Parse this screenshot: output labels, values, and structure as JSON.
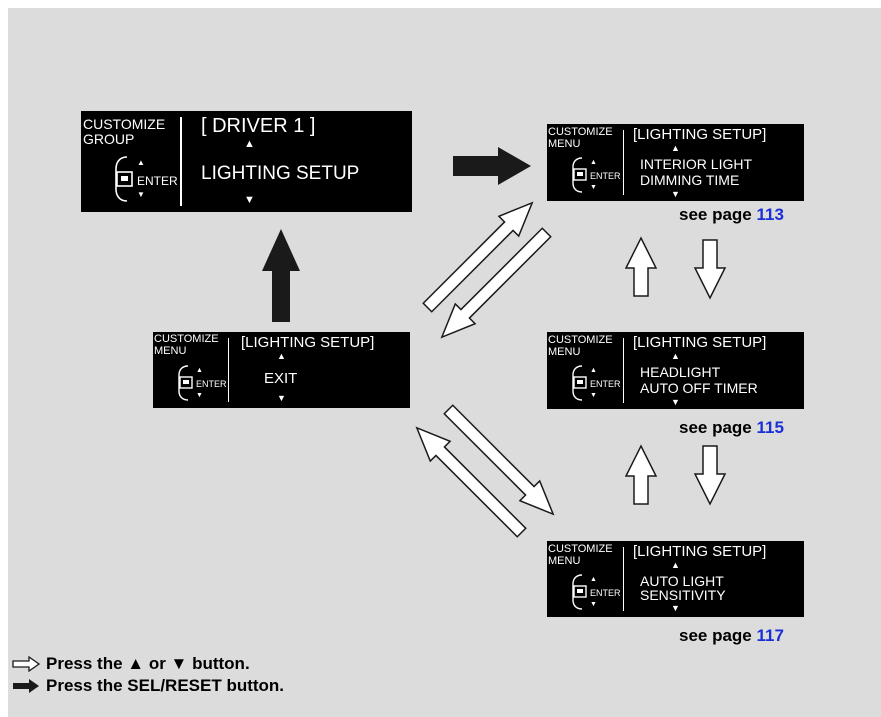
{
  "group_screen": {
    "side_line1": "CUSTOMIZE",
    "side_line2": "GROUP",
    "enter": "ENTER",
    "title": "[ DRIVER 1 ]",
    "item": "LIGHTING SETUP",
    "up": "▲",
    "down": "▼"
  },
  "exit_screen": {
    "side_line1": "CUSTOMIZE",
    "side_line2": "MENU",
    "enter": "ENTER",
    "title": "[LIGHTING SETUP]",
    "item": "EXIT",
    "up": "▲",
    "down": "▼"
  },
  "interior_screen": {
    "side_line1": "CUSTOMIZE",
    "side_line2": "MENU",
    "enter": "ENTER",
    "title": "[LIGHTING SETUP]",
    "item_line1": "INTERIOR LIGHT",
    "item_line2": "DIMMING TIME",
    "up": "▲",
    "down": "▼",
    "see_page_text": "see page",
    "see_page_num": "113"
  },
  "headlight_screen": {
    "side_line1": "CUSTOMIZE",
    "side_line2": "MENU",
    "enter": "ENTER",
    "title": "[LIGHTING SETUP]",
    "item_line1": "HEADLIGHT",
    "item_line2": "AUTO OFF TIMER",
    "up": "▲",
    "down": "▼",
    "see_page_text": "see page",
    "see_page_num": "115"
  },
  "autolight_screen": {
    "side_line1": "CUSTOMIZE",
    "side_line2": "MENU",
    "enter": "ENTER",
    "title": "[LIGHTING SETUP]",
    "item_line1": "AUTO LIGHT",
    "item_line2": "SENSITIVITY",
    "up": "▲",
    "down": "▼",
    "see_page_text": "see page",
    "see_page_num": "117"
  },
  "legend": {
    "outline_text": "Press the ▲ or ▼ button.",
    "solid_text": "Press the SEL/RESET button."
  },
  "colors": {
    "background": "#dcdcdc",
    "page_link": "#1a2fd6",
    "screen": "#000000"
  }
}
